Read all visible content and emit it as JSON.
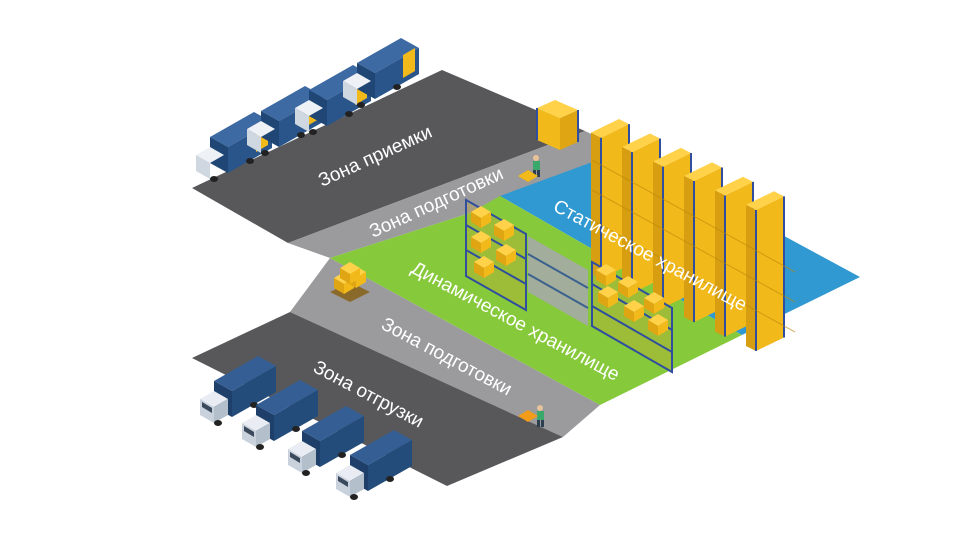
{
  "zones": {
    "receiving": "Зона приемки",
    "prep_top": "Зона подготовки",
    "static_storage": "Статическое хранилище",
    "dynamic_storage": "Динамическое хранилище",
    "prep_bottom": "Зона подготовки",
    "shipping": "Зона отгрузки"
  },
  "colors": {
    "receiving": "#58585a",
    "prep": "#9b9b9d",
    "static_storage": "#3199d1",
    "dynamic_storage": "#86c93a",
    "shipping": "#58585a",
    "cargo": "#f2b91a",
    "rack": "#2f4f9e",
    "truck_in": "#244c7a",
    "truck_out": "#1f4a8a"
  }
}
